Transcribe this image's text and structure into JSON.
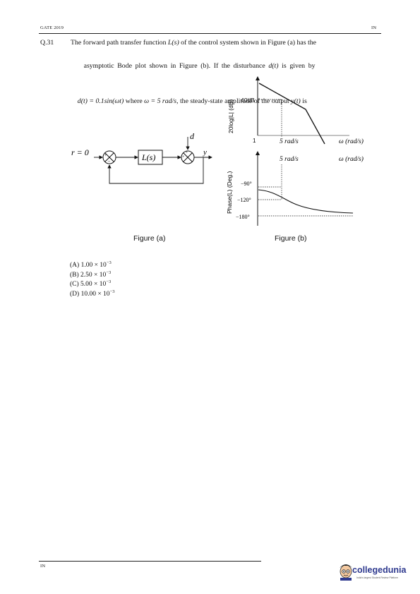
{
  "header": {
    "left": "GATE 2019",
    "right": "IN"
  },
  "question": {
    "number": "Q.31",
    "line1_pre": "The forward path transfer function ",
    "line1_math": "L(s)",
    "line1_post": " of the control system shown in Figure (a) has the",
    "line2_pre": "asymptotic Bode plot shown in Figure (b). If the disturbance ",
    "line2_math": "d(t)",
    "line2_post": " is given by",
    "line3_math1": "d(t) = 0.1sin(ωt)",
    "line3_mid": " where ",
    "line3_math2": "ω = 5 rad/s",
    "line3_post": ", the steady-state amplitude of the output ",
    "line3_math3": "y(t)",
    "line3_end": " is"
  },
  "figure_a": {
    "caption": "Figure (a)",
    "r_label": "r = 0",
    "block_label": "L(s)",
    "d_label": "d",
    "y_label": "y",
    "plus": "+",
    "minus": "−"
  },
  "figure_b": {
    "caption": "Figure (b)",
    "mag_ylabel": "20log|L| (dB)",
    "phase_ylabel": "Phase(L) (Deg.)",
    "mag_tick_40": "40dB",
    "mag_tick_1": "1",
    "freq_label_top": "5 rad/s",
    "freq_label_bottom": "5 rad/s",
    "omega_top": "ω (rad/s)",
    "omega_bottom": "ω (rad/s)",
    "phase_m90": "−90°",
    "phase_m120": "−120°",
    "phase_m180": "−180°"
  },
  "options": [
    {
      "label": "(A) 1.00 × 10",
      "exp": "−3"
    },
    {
      "label": "(B) 2.50 × 10",
      "exp": "−3"
    },
    {
      "label": "(C) 5.00 × 10",
      "exp": "−3"
    },
    {
      "label": "(D) 10.00 × 10",
      "exp": "−3"
    }
  ],
  "footer": {
    "left": "IN",
    "logo_name": "collegedunia",
    "logo_tagline": "India's largest Student Review Platform"
  }
}
